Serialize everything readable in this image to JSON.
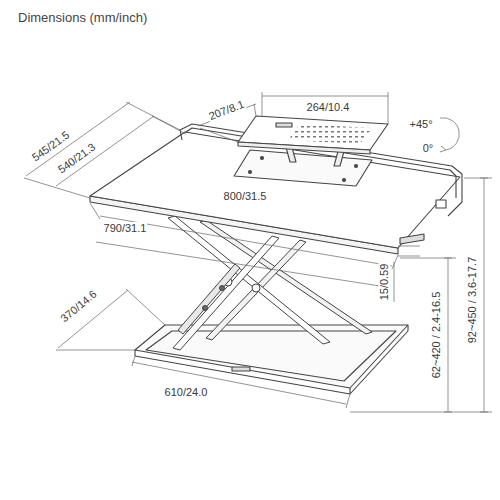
{
  "diagram": {
    "title": "Dimensions (mm/inch)",
    "labels": [
      "545/21.5",
      "540/21.3",
      "207/8.1",
      "264/10.4",
      "+45°",
      "0°",
      "800/31.5",
      "790/31.1",
      "15/0.59",
      "370/14.6",
      "610/24.0",
      "62~420 / 2.4-16.5",
      "92~450 / 3.6-17.7"
    ]
  }
}
